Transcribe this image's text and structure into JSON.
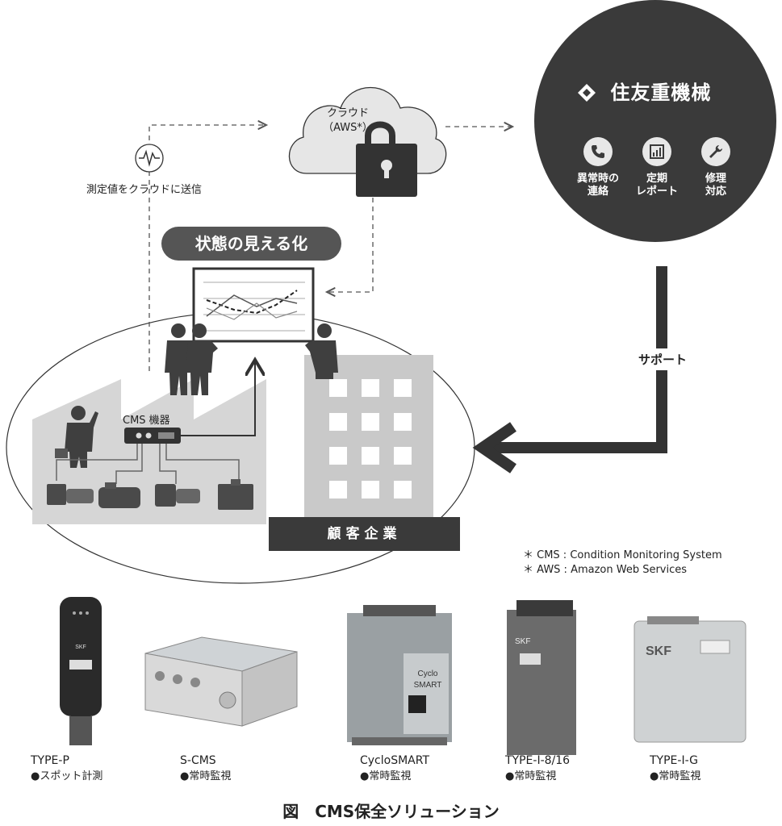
{
  "cloud": {
    "line1": "クラウド",
    "line2": "（AWS*）"
  },
  "company": {
    "name": "住友重機械",
    "services": [
      {
        "icon": "phone-icon",
        "line1": "異常時の",
        "line2": "連絡"
      },
      {
        "icon": "report-chart-icon",
        "line1": "定期",
        "line2": "レポート"
      },
      {
        "icon": "wrench-icon",
        "line1": "修理",
        "line2": "対応"
      }
    ]
  },
  "send_label": "測定値をクラウドに送信",
  "visualization_title": "状態の見える化",
  "support_label": "サポート",
  "cms_device_label": "CMS 機器",
  "customer_label": "顧客企業",
  "footnotes": [
    "＊ CMS : Condition Monitoring System",
    "＊ AWS : Amazon Web Services"
  ],
  "products": [
    {
      "name": "TYPE-P",
      "use": "●スポット計測"
    },
    {
      "name": "S-CMS",
      "use": "●常時監視"
    },
    {
      "name": "CycloSMART",
      "use": "●常時監視"
    },
    {
      "name": "TYPE-I-8/16",
      "use": "●常時監視"
    },
    {
      "name": "TYPE-I-G",
      "use": "●常時監視"
    }
  ],
  "product_marks": {
    "skf": "SKF",
    "cyclo": "Cyclo",
    "smart": "SMART"
  },
  "caption": "図　CMS保全ソリューション",
  "colors": {
    "dark": "#3a3a3a",
    "pill": "#555555",
    "building": "#c8c8c8",
    "factory": "#cfcfcf"
  }
}
